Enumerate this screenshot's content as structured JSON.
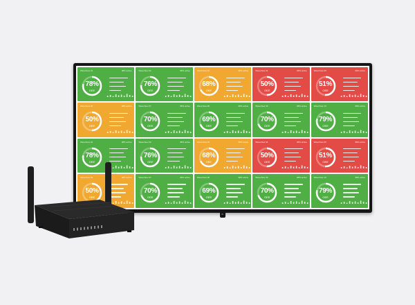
{
  "colors": {
    "green": "#4fae44",
    "orange": "#f0a830",
    "red": "#e34c46",
    "bezel": "#151515",
    "background": "#f1f1f3"
  },
  "icons": [
    "router-device",
    "tv-display"
  ],
  "dashboard": {
    "tiles": [
      {
        "name": "WaveView 01",
        "status": "98% active",
        "percent": "78%",
        "gauge_label": "OEE",
        "value": 0.78,
        "state": "green"
      },
      {
        "name": "WaveView 02",
        "status": "98% active",
        "percent": "76%",
        "gauge_label": "OEE",
        "value": 0.76,
        "state": "green"
      },
      {
        "name": "WaveView 03",
        "status": "98% active",
        "percent": "68%",
        "gauge_label": "OEE",
        "value": 0.68,
        "state": "orange"
      },
      {
        "name": "WaveView 04",
        "status": "98% active",
        "percent": "50%",
        "gauge_label": "OEE",
        "value": 0.5,
        "state": "red"
      },
      {
        "name": "WaveView 05",
        "status": "98% active",
        "percent": "51%",
        "gauge_label": "OEE",
        "value": 0.51,
        "state": "red"
      },
      {
        "name": "WaveView 06",
        "status": "98% active",
        "percent": "50%",
        "gauge_label": "OEE",
        "value": 0.5,
        "state": "orange"
      },
      {
        "name": "WaveView 07",
        "status": "98% active",
        "percent": "70%",
        "gauge_label": "OEE",
        "value": 0.7,
        "state": "green"
      },
      {
        "name": "WaveView 08",
        "status": "98% active",
        "percent": "69%",
        "gauge_label": "OEE",
        "value": 0.69,
        "state": "green"
      },
      {
        "name": "WaveView 09",
        "status": "98% active",
        "percent": "70%",
        "gauge_label": "OEE",
        "value": 0.7,
        "state": "green"
      },
      {
        "name": "WaveView 10",
        "status": "98% active",
        "percent": "79%",
        "gauge_label": "OEE",
        "value": 0.79,
        "state": "green"
      },
      {
        "name": "WaveView 01",
        "status": "98% active",
        "percent": "78%",
        "gauge_label": "OEE",
        "value": 0.78,
        "state": "green"
      },
      {
        "name": "WaveView 02",
        "status": "98% active",
        "percent": "76%",
        "gauge_label": "OEE",
        "value": 0.76,
        "state": "green"
      },
      {
        "name": "WaveView 03",
        "status": "98% active",
        "percent": "68%",
        "gauge_label": "OEE",
        "value": 0.68,
        "state": "orange"
      },
      {
        "name": "WaveView 04",
        "status": "98% active",
        "percent": "50%",
        "gauge_label": "OEE",
        "value": 0.5,
        "state": "red"
      },
      {
        "name": "WaveView 05",
        "status": "98% active",
        "percent": "51%",
        "gauge_label": "OEE",
        "value": 0.51,
        "state": "red"
      },
      {
        "name": "WaveView 06",
        "status": "98% active",
        "percent": "50%",
        "gauge_label": "OEE",
        "value": 0.5,
        "state": "orange"
      },
      {
        "name": "WaveView 07",
        "status": "98% active",
        "percent": "70%",
        "gauge_label": "OEE",
        "value": 0.7,
        "state": "green"
      },
      {
        "name": "WaveView 08",
        "status": "98% active",
        "percent": "69%",
        "gauge_label": "OEE",
        "value": 0.69,
        "state": "green"
      },
      {
        "name": "WaveView 09",
        "status": "98% active",
        "percent": "70%",
        "gauge_label": "OEE",
        "value": 0.7,
        "state": "green"
      },
      {
        "name": "WaveView 10",
        "status": "98% active",
        "percent": "79%",
        "gauge_label": "OEE",
        "value": 0.79,
        "state": "green"
      }
    ]
  }
}
